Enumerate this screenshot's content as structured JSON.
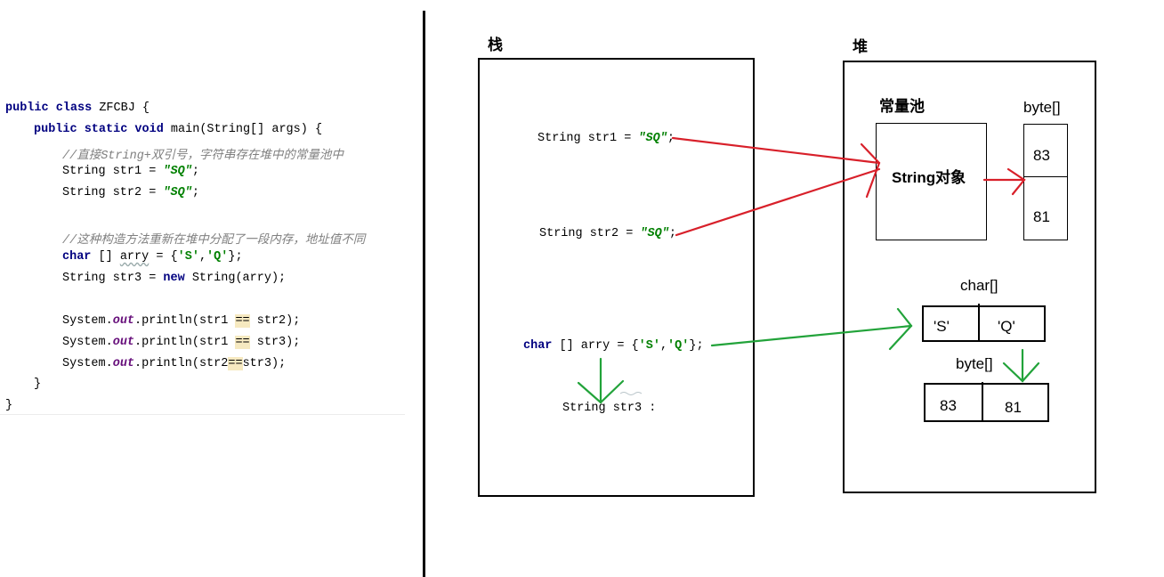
{
  "code": {
    "class_kw": "public class",
    "class_name": " ZFCBJ {",
    "main_kw": "public static void",
    "main_rest": " main(String[] args) {",
    "comment1": "//直接String+双引号，字符串存在堆中的常量池中",
    "str1_pre": "String str1 = ",
    "str2_pre": "String str2 = ",
    "sq_literal": "\"SQ\"",
    "semicolon": ";",
    "comment2": "//这种构造方法重新在堆中分配了一段内存，地址值不同",
    "char_kw": "char",
    "char_rest1": " [] ",
    "arry_word": "arry",
    "char_rest2": " = {",
    "char_s": "'S'",
    "comma": ",",
    "char_q": "'Q'",
    "char_end": "};",
    "str3_pre": "String str3 = ",
    "new_kw": "new",
    "str3_post": " String(arry);",
    "sys_pre": "System.",
    "out_word": "out",
    "println1_a": ".println(str1 ",
    "eqeq": "==",
    "println1_b": " str2);",
    "println2_b": " str3);",
    "println3_a": ".println(str2",
    "println3_b": "str3);",
    "close_method": "}",
    "close_class": "}"
  },
  "stack": {
    "title": "栈",
    "str1_line": "String str1 = ",
    "str2_line": "String str2 = ",
    "sq_literal": "\"SQ\"",
    "semicolon": ";",
    "char_kw": "char",
    "char_rest": " [] arry = {",
    "char_s": "'S'",
    "comma": ",",
    "char_q": "'Q'",
    "char_end": "};",
    "str3_line": "String str3 :"
  },
  "heap": {
    "title": "堆",
    "pool_title": "常量池",
    "string_object": "String对象",
    "byte_label_1": "byte[]",
    "byte_1": [
      "83",
      "81"
    ],
    "char_label": "char[]",
    "char_cells": [
      "'S'",
      "'Q'"
    ],
    "byte_label_2": "byte[]",
    "byte_2": [
      "83",
      "81"
    ]
  },
  "colors": {
    "arrow_red": "#d8202a",
    "arrow_green": "#22a33a",
    "keyword": "#000080",
    "string": "#008000",
    "comment": "#808080"
  }
}
